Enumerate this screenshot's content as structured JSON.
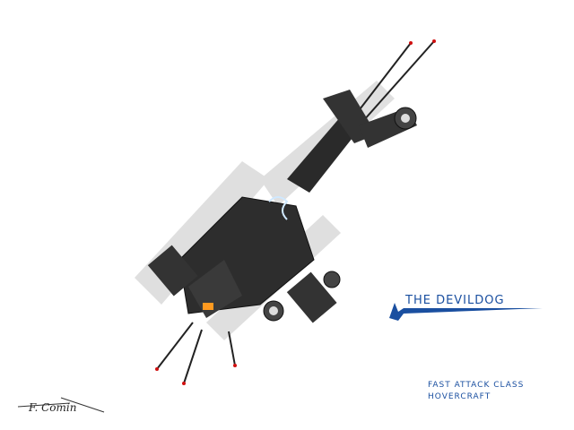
{
  "title": "THE DEVILDOG",
  "subtitle_line1": "FAST ATTACK CLASS",
  "subtitle_line2": "HOVERCRAFT",
  "signature": "F. Comin",
  "colors": {
    "accent": "#1a4fa0",
    "hull": "#2a2a2a",
    "glow": "#ff9a20",
    "tip": "#d01010"
  }
}
